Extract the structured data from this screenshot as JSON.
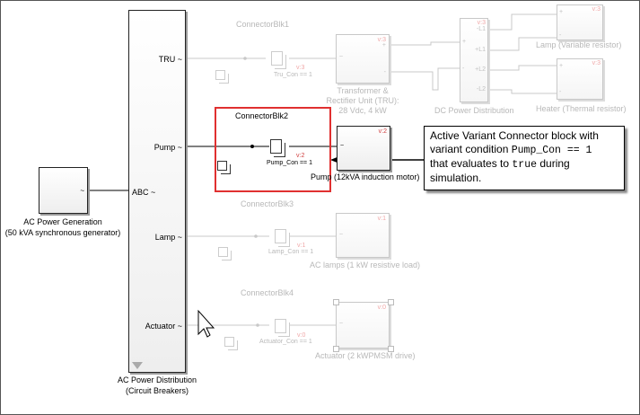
{
  "bus": {
    "label": "AC Power Distribution",
    "sublabel": "(Circuit Breakers)",
    "ports": {
      "tru": "TRU ~",
      "pump": "Pump ~",
      "lamp": "Lamp ~",
      "actuator": "Actuator ~",
      "abc": "ABC ~"
    }
  },
  "generator": {
    "label": "AC Power Generation",
    "sublabel": "(50 kVA synchronous generator)",
    "glyph": "~"
  },
  "connectors": [
    {
      "title": "ConnectorBlk1",
      "condition": "Tru_Con == 1",
      "version": "v:3",
      "active": false
    },
    {
      "title": "ConnectorBlk2",
      "condition": "Pump_Con == 1",
      "version": "v:2",
      "active": true
    },
    {
      "title": "ConnectorBlk3",
      "condition": "Lamp_Con == 1",
      "version": "v:1",
      "active": false
    },
    {
      "title": "ConnectorBlk4",
      "condition": "Actuator_Con == 1",
      "version": "v:0",
      "active": false
    }
  ],
  "tru": {
    "label1": "Transformer &",
    "label2": "Rectifier Unit (TRU):",
    "label3": "28 Vdc, 4 kW",
    "version": "v:3"
  },
  "dc_dist": {
    "label": "DC Power Distribution",
    "version": "v:3",
    "ports_in": [
      "+",
      "-"
    ],
    "ports_out": [
      "-L1",
      "+L1",
      "+L2",
      "-L2"
    ]
  },
  "lamp_var": {
    "label": "Lamp (Variable resistor)",
    "version": "v:3"
  },
  "heater": {
    "label": "Heater (Thermal resistor)",
    "version": "v:3"
  },
  "pump_motor": {
    "label": "Pump (12kVA induction motor)",
    "version": "v:2"
  },
  "ac_lamps": {
    "label": "AC lamps (1 kW resistive load)",
    "version": "v:1"
  },
  "actuator": {
    "label": "Actuator (2 kWPMSM drive)",
    "version": "v:0"
  },
  "callout": {
    "line1": "Active Variant Connector block with",
    "line2_pre": "variant condition ",
    "line2_code": "Pump_Con == 1",
    "line3_pre": "that evaluates to ",
    "line3_code": "true",
    "line3_post": " during",
    "line4": "simulation."
  },
  "colors": {
    "active_highlight": "#e03030",
    "inactive": "#c0c0c0",
    "variant_tag": "#d04040"
  }
}
